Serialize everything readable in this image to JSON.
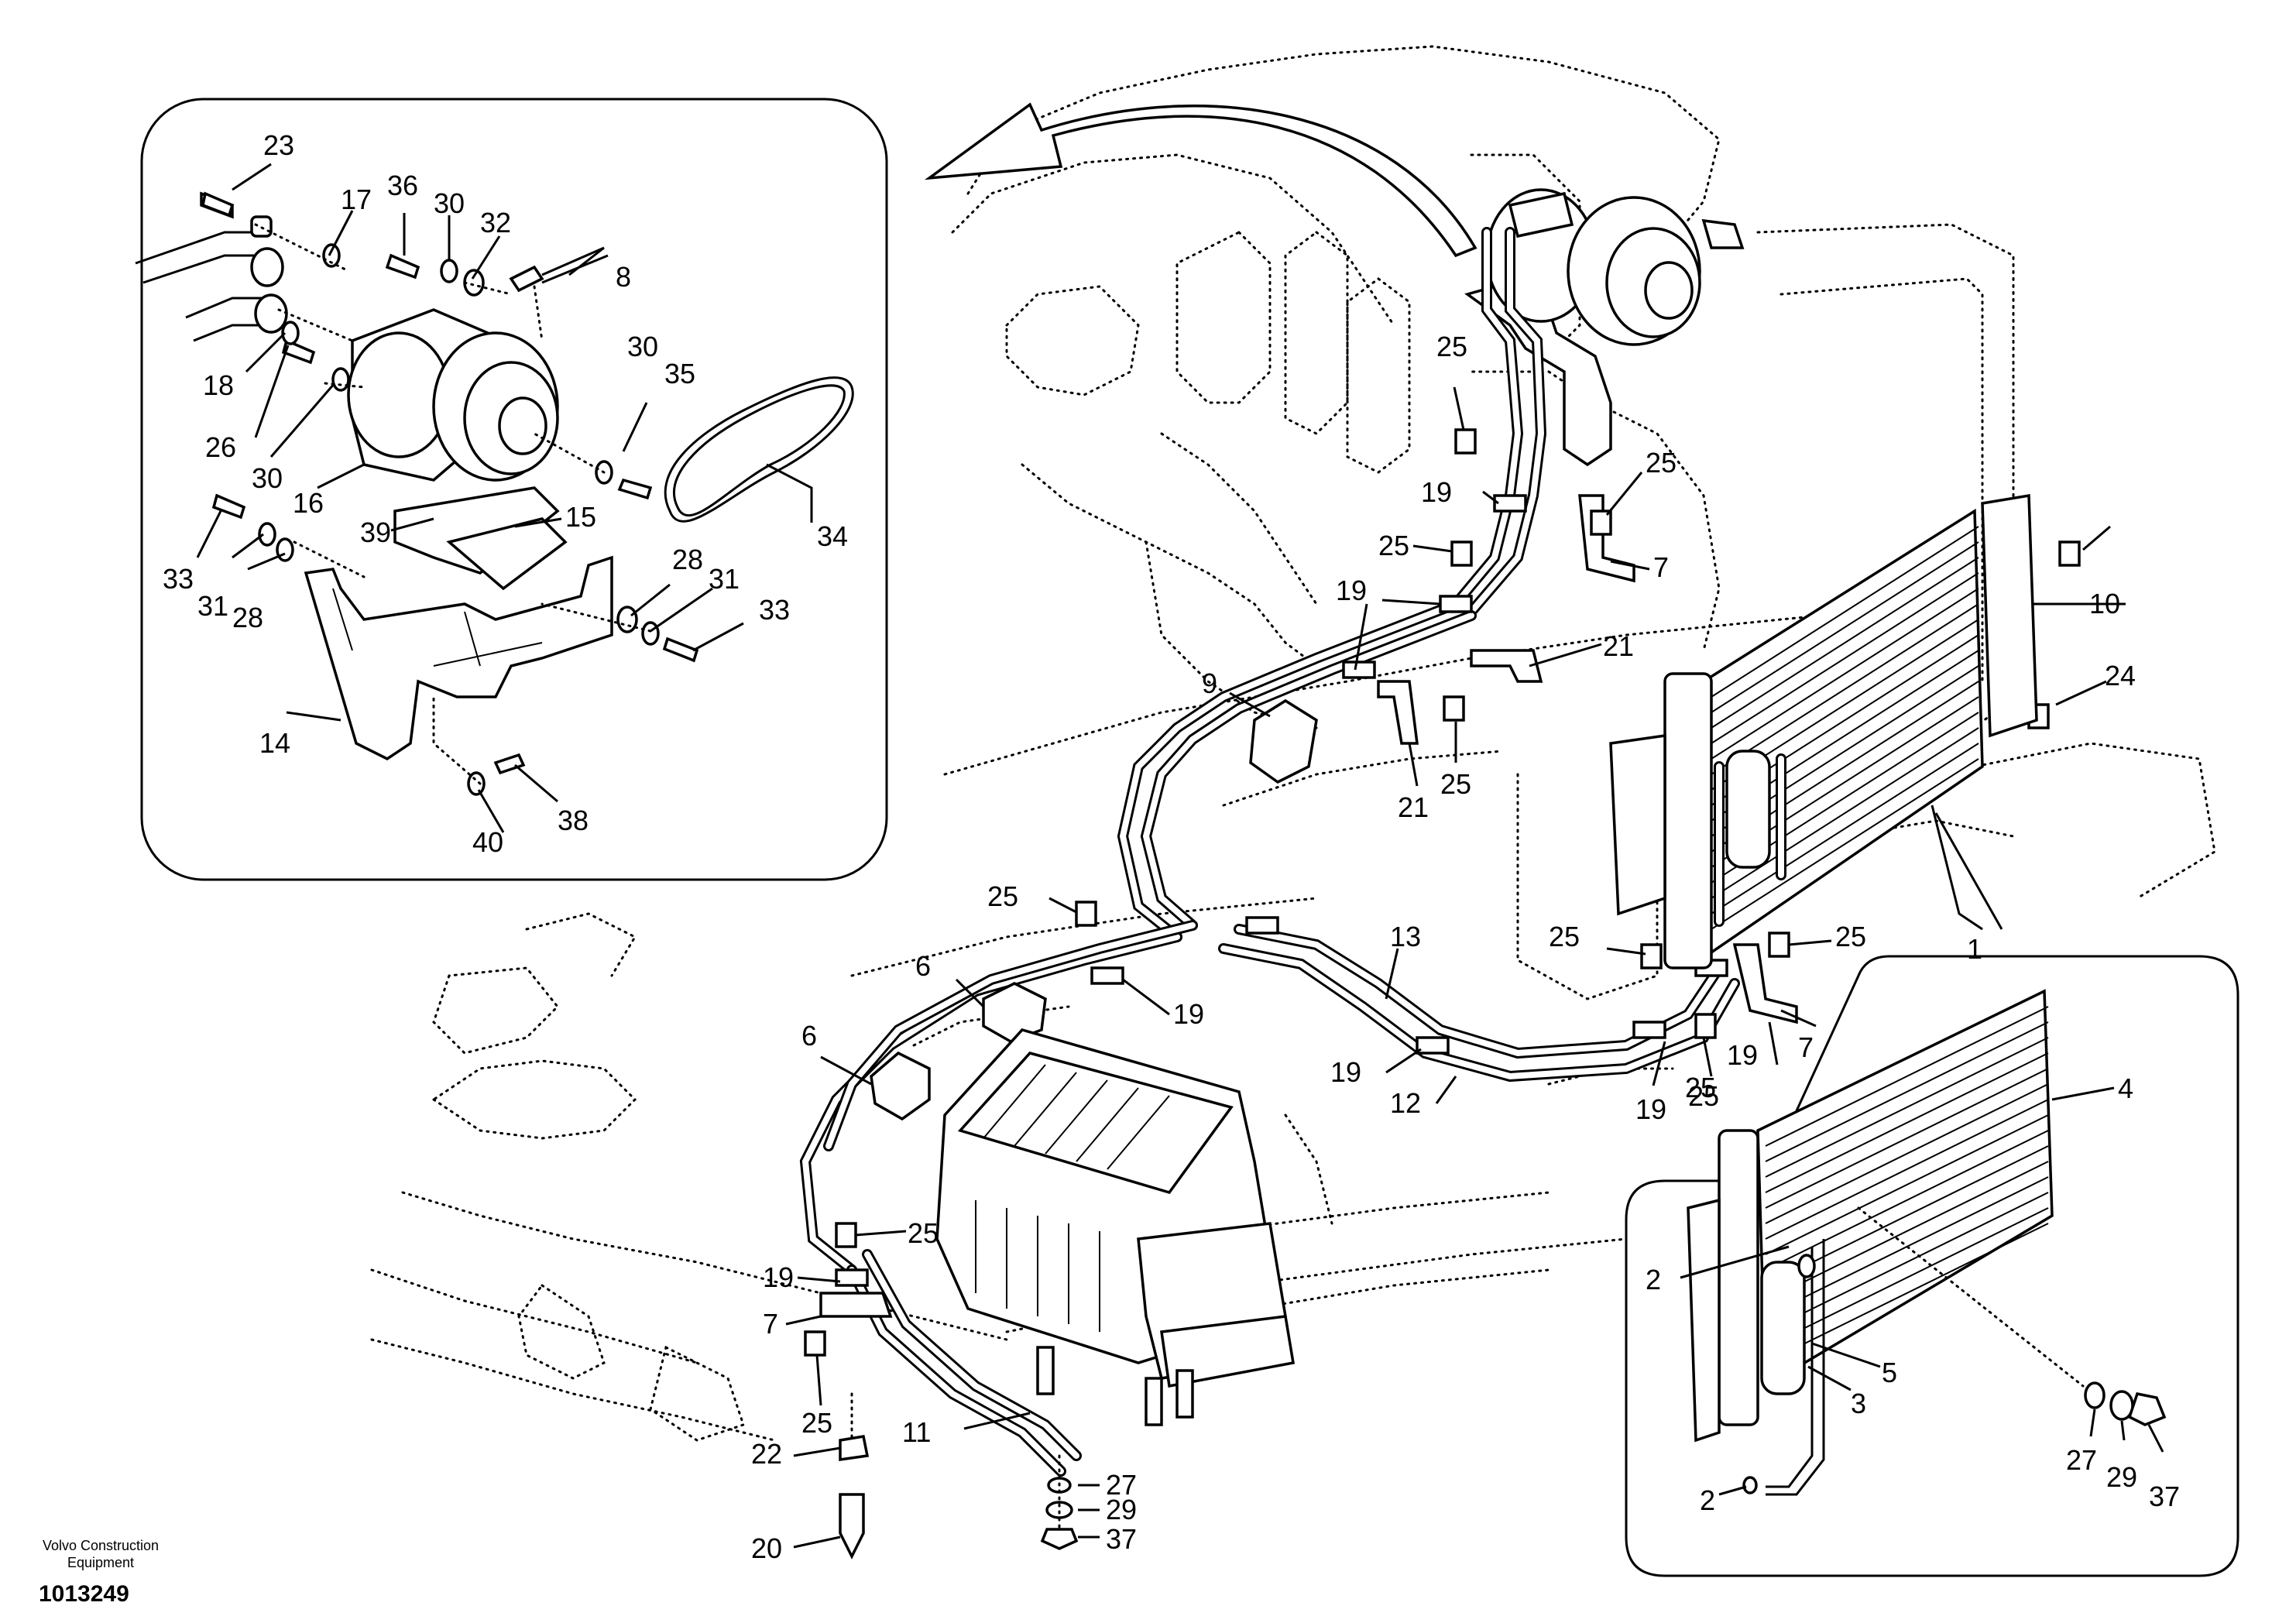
{
  "footer": {
    "brand_line1": "Volvo Construction",
    "brand_line2": "Equipment",
    "drawing_number": "1013249"
  },
  "callouts": [
    "23",
    "17",
    "36",
    "30",
    "32",
    "8",
    "18",
    "26",
    "30",
    "35",
    "16",
    "30",
    "15",
    "39",
    "34",
    "33",
    "31",
    "28",
    "28",
    "31",
    "33",
    "14",
    "38",
    "40",
    "25",
    "19",
    "25",
    "25",
    "7",
    "9",
    "19",
    "21",
    "25",
    "21",
    "25",
    "6",
    "19",
    "13",
    "25",
    "25",
    "6",
    "19",
    "12",
    "19",
    "7",
    "25",
    "19",
    "25",
    "1",
    "10",
    "24",
    "4",
    "2",
    "5",
    "3",
    "2",
    "27",
    "29",
    "37",
    "19",
    "7",
    "25",
    "11",
    "27",
    "29",
    "37",
    "22",
    "20",
    "25"
  ]
}
